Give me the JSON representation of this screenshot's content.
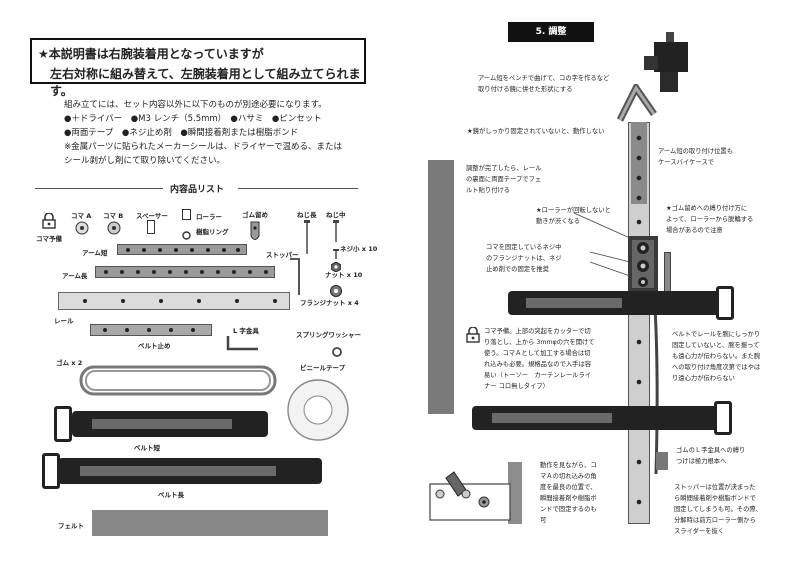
{
  "left": {
    "notice": {
      "line1": "★本説明書は右腕装着用となっていますが",
      "line2": "左右対称に組み替えて、左腕装着用として組み立てられます。"
    },
    "requirements": {
      "line1": "組み立てには、セット内容以外に以下のものが別途必要になります。",
      "line2": "●＋ドライバー　●M3 レンチ（5.5mm）　●ハサミ　●ピンセット",
      "line3": "●両面テープ　●ネジ止め剤　●瞬間接着剤または樹脂ボンド",
      "line4": "※金属パーツに貼られたメーカーシールは、ドライヤーで温める、または",
      "line5": "シール剥がし剤にて取り除いてください。"
    },
    "section_title": "内容品リスト",
    "labels": {
      "koma_a": "コマ A",
      "koma_b": "コマ B",
      "spacer": "スペーサー",
      "roller": "ローラー",
      "resin_ring": "樹脂リング",
      "rubber_stop": "ゴム留め",
      "screw_long": "ねじ長",
      "screw_mid": "ねじ中",
      "koma_spare": "コマ予備",
      "arm_short": "アーム短",
      "screw_small": "ネジ小 x 10",
      "stopper": "ストッパー",
      "nut": "ナット x 10",
      "arm_long": "アーム長",
      "flange_nut": "フランジナット x 4",
      "rail": "レール",
      "l_bracket": "L 字金具",
      "belt_stop": "ベルト止め",
      "spring_washer": "スプリングワッシャー",
      "rubber": "ゴム x 2",
      "vinyl_tape": "ビニールテープ",
      "belt_short": "ベルト短",
      "belt_long": "ベルト長",
      "felt": "フェルト"
    }
  },
  "right": {
    "section_title": "5. 調整",
    "notes": {
      "n1a": "アーム短をペンチで曲げて、コの字を作るなど",
      "n1b": "取り付ける鏡に併せた形状にする",
      "n2": "★鏡がしっかり固定されていないと、動作しない",
      "n3a": "アーム短の取り付け位置も",
      "n3b": "ケースバイケースで",
      "n4a": "調整が完了したら、レール",
      "n4b": "の裏面に両面テープでフェ",
      "n4c": "ルト貼り付ける",
      "n5a": "★ローラーが回転しないと",
      "n5b": "動きが渋くなる",
      "n6a": "★ゴム留めへの縛り付け方に",
      "n6b": "よって、ローラーから脱輪する",
      "n6c": "場合があるので注意",
      "n7a": "コマを固定しているネジ中",
      "n7b": "のフランジナットは、ネジ",
      "n7c": "止め剤での固定を推奨",
      "n8a": "コマ予備。上部の突起をカッターで切",
      "n8b": "り落とし、上から 3mmφの穴を開けて",
      "n8c": "使う。コマＡとして加工する場合は切",
      "n8d": "れ込みも必要。規格品なので入手は容",
      "n8e": "易い（トーソー　カーテンレールライ",
      "n8f": "ナー コロ無しタイプ）",
      "n9a": "ベルトでレールを腕にしっかり",
      "n9b": "固定していないと、腕を振って",
      "n9c": "も遠心力が伝わらない。また腕",
      "n9d": "への取り付け角度次第ではやは",
      "n9e": "り遠心力が伝わらない",
      "n10a": "ゴムのＬ字金具への縛り",
      "n10b": "つけは極力根本へ",
      "n11a": "動作を見ながら、コ",
      "n11b": "マＡの切れ込みの角",
      "n11c": "度を最良の位置で、",
      "n11d": "瞬間接着剤や樹脂ボ",
      "n11e": "ンドで固定するのも",
      "n11f": "可",
      "n12a": "ストッパーは位置が決まった",
      "n12b": "ら瞬間接着剤や樹脂ボンドで",
      "n12c": "固定してしまうも可。その際、",
      "n12d": "分解時は前方ローラー側から",
      "n12e": "スライダーを抜く"
    }
  }
}
